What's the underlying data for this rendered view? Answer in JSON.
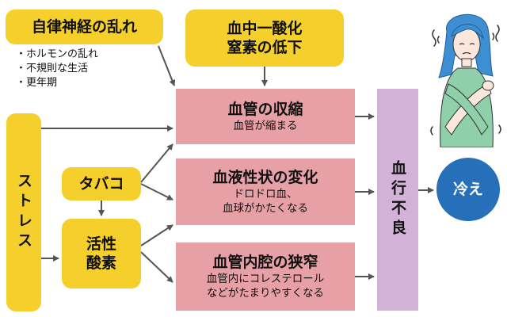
{
  "nodes": {
    "autonomic": "自律神経の乱れ",
    "co": [
      "血中一酸化",
      "窒素の低下"
    ],
    "stress": "ストレス",
    "tobacco": "タバコ",
    "ros": [
      "活性",
      "酸素"
    ],
    "vasoconstriction": {
      "title": "血管の収縮",
      "desc": [
        "血管が縮まる"
      ]
    },
    "blood_change": {
      "title": "血液性状の変化",
      "desc": [
        "ドロドロ血、",
        "血球がかたくなる"
      ]
    },
    "lumen": {
      "title": "血管内腔の狭窄",
      "desc": [
        "血管内にコレステロール",
        "などがたまりやすくなる"
      ]
    },
    "poor_circulation": "血行不良",
    "cold": "冷え"
  },
  "autonomic_causes": [
    "ホルモンの乱れ",
    "不規則な生活",
    "更年期"
  ],
  "colors": {
    "yellow": "#f5cf2c",
    "pink": "#e7a0a6",
    "purple": "#d2b2d6",
    "blue": "#2570b8",
    "arrow": "#555555"
  },
  "illustration": "woman-feeling-cold"
}
